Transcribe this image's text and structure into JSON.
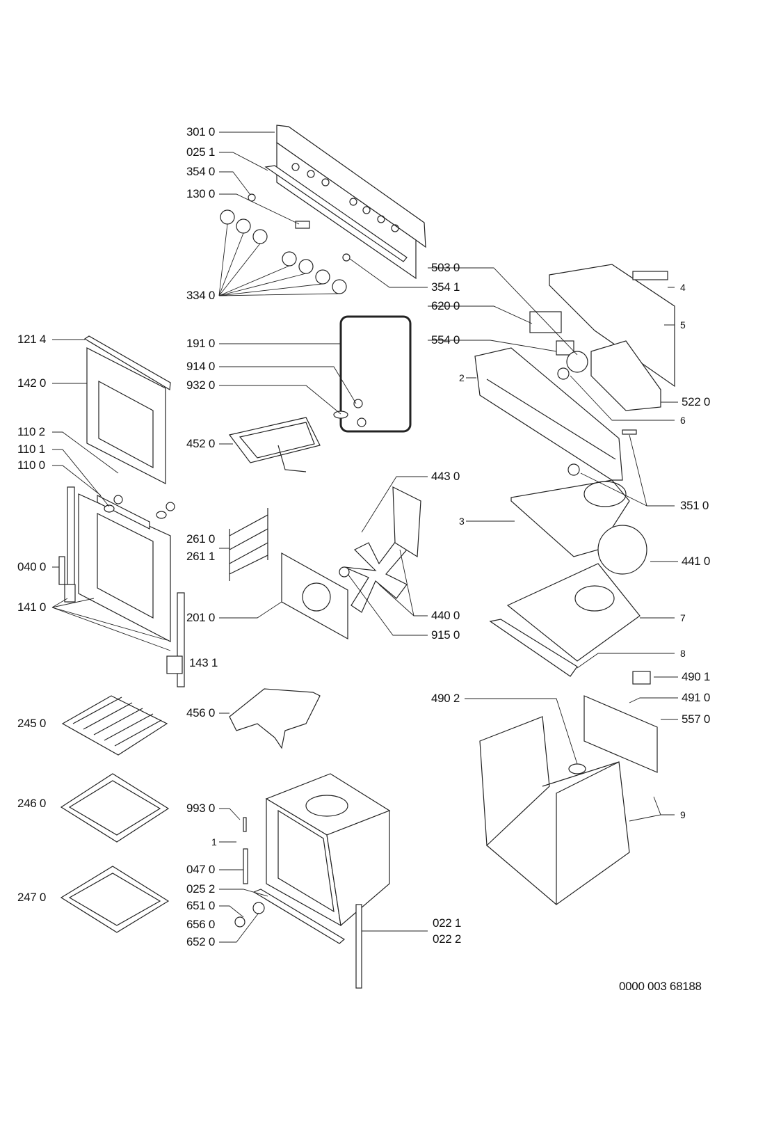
{
  "labels": {
    "l3010": "301 0",
    "l0251": "025 1",
    "l3540": "354 0",
    "l1300": "130 0",
    "l3340": "334 0",
    "l3541": "354 1",
    "l1910": "191 0",
    "l9140": "914 0",
    "l9320": "932 0",
    "l4520": "452 0",
    "l2610": "261 0",
    "l2611": "261 1",
    "l2010": "201 0",
    "l4560": "456 0",
    "l9930": "993 0",
    "l1": "1",
    "l0470": "047 0",
    "l0252": "025 2",
    "l6510": "651 0",
    "l6560": "656 0",
    "l6520": "652 0",
    "l0221": "022 1",
    "l0222": "022 2",
    "l4430": "443 0",
    "l4400": "440 0",
    "l9150": "915 0",
    "l5030": "503 0",
    "l6200": "620 0",
    "l5540": "554 0",
    "l2": "2",
    "l5220": "522 0",
    "l4": "4",
    "l5": "5",
    "l6": "6",
    "l3510": "351 0",
    "l3": "3",
    "l4410": "441 0",
    "l7": "7",
    "l8": "8",
    "l4901": "490 1",
    "l4910": "491 0",
    "l5570": "557 0",
    "l4902": "490 2",
    "l9": "9",
    "l1214": "121 4",
    "l1420": "142 0",
    "l1102": "110 2",
    "l1101": "110 1",
    "l1100": "110 0",
    "l0400": "040 0",
    "l1410": "141 0",
    "l1431": "143 1",
    "l2450": "245 0",
    "l2460": "246 0",
    "l2470": "247 0"
  },
  "drawing_number": "0000 003 68188"
}
